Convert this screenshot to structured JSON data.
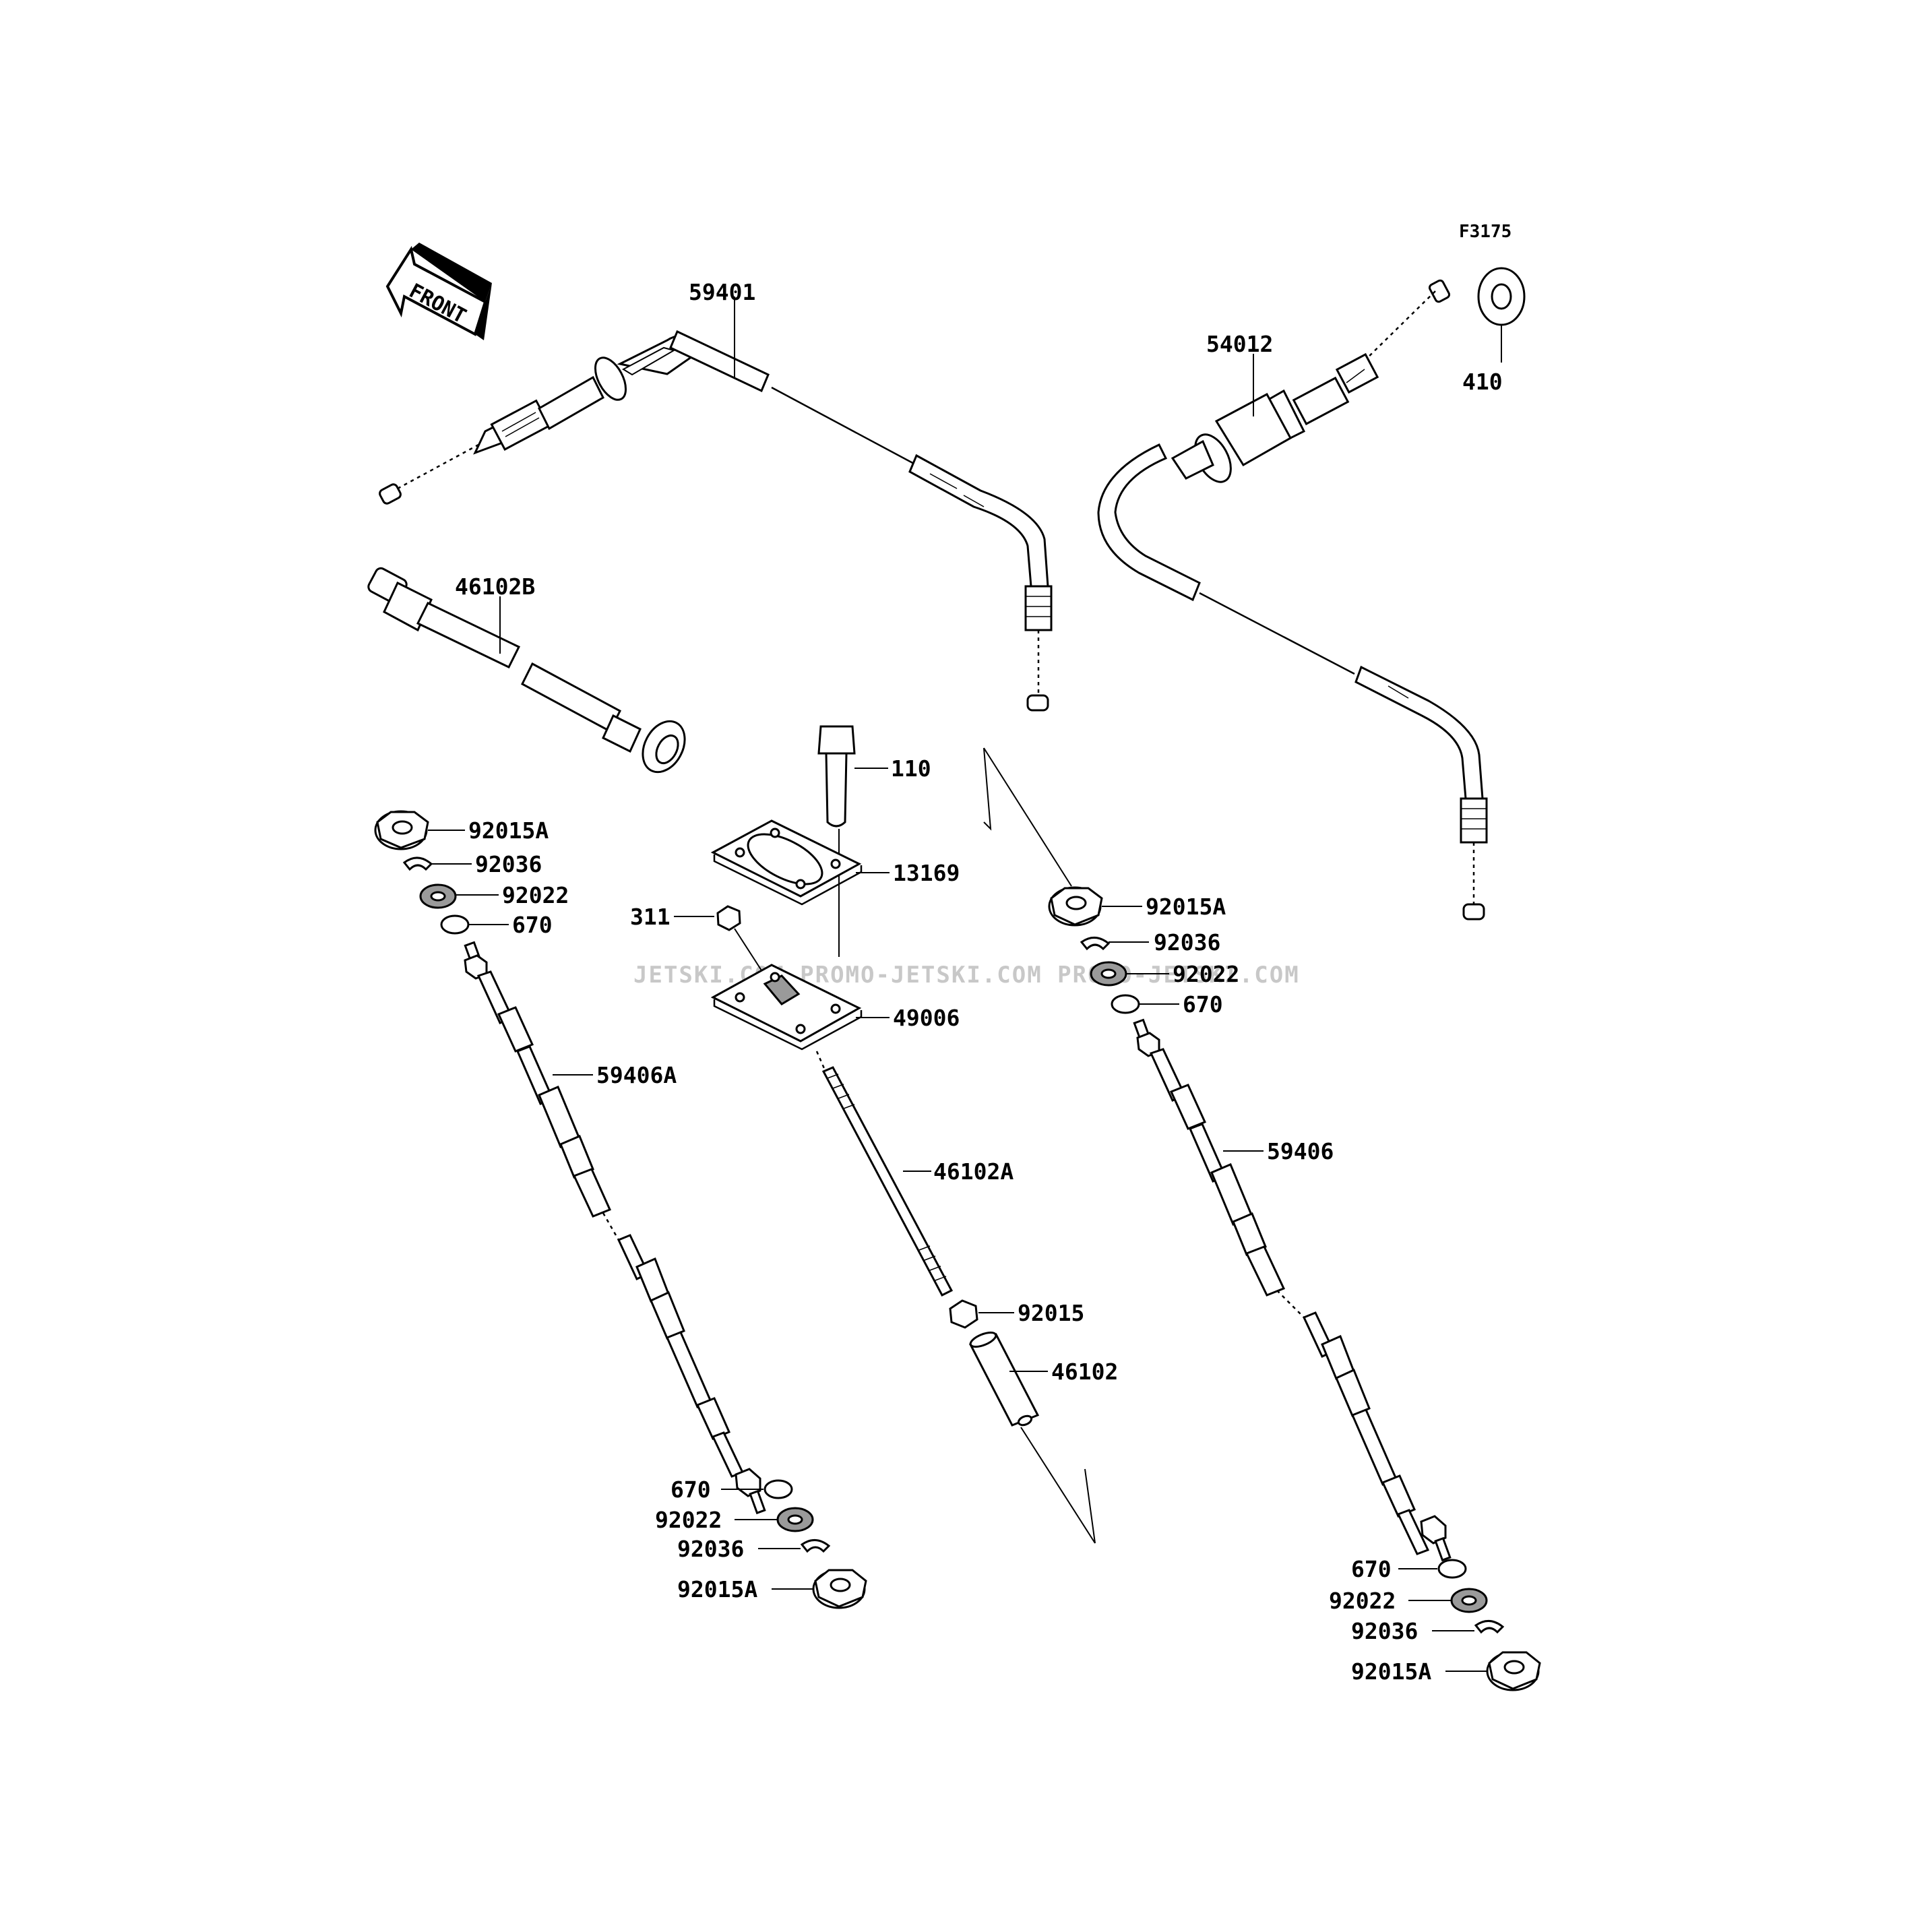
{
  "figure_code": "F3175",
  "front_label": "FRONT",
  "watermark": "JETSKI.COM PROMO-JETSKI.COM PROMO-JETSKI.COM",
  "callouts": {
    "c59401": "59401",
    "c54012": "54012",
    "c410": "410",
    "c46102B": "46102B",
    "c110": "110",
    "c13169": "13169",
    "c311": "311",
    "c49006": "49006",
    "c46102A": "46102A",
    "c92015": "92015",
    "c46102": "46102",
    "left_92015A": "92015A",
    "left_92036": "92036",
    "left_92022": "92022",
    "left_670": "670",
    "c59406A": "59406A",
    "bl_670": "670",
    "bl_92022": "92022",
    "bl_92036": "92036",
    "bl_92015A": "92015A",
    "right_92015A": "92015A",
    "right_92036": "92036",
    "right_92022": "92022",
    "right_670": "670",
    "c59406": "59406",
    "br_670": "670",
    "br_92022": "92022",
    "br_92036": "92036",
    "br_92015A": "92015A"
  }
}
